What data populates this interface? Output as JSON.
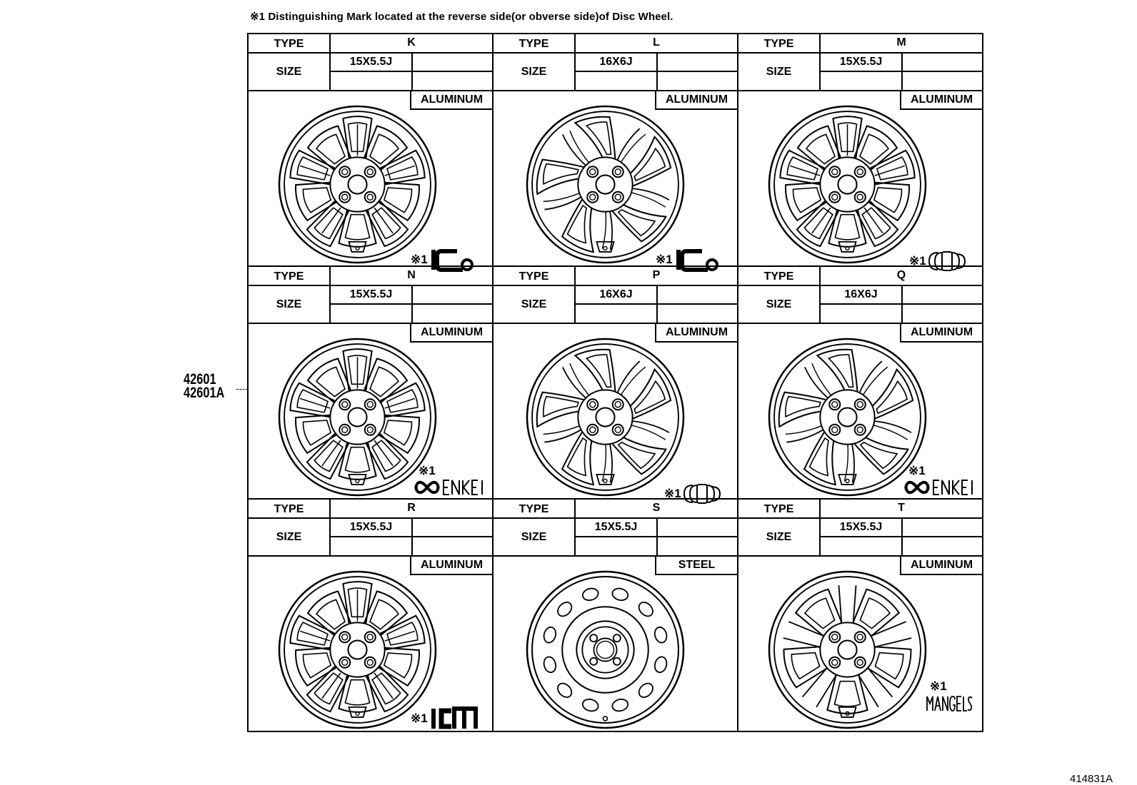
{
  "diagram": {
    "note": "※1 Distinguishing Mark located at the reverse side(or obverse side)of Disc Wheel.",
    "part_numbers": [
      "42601",
      "42601A"
    ],
    "doc_id": "414831A",
    "labels": {
      "type": "TYPE",
      "size": "SIZE",
      "ref": "※1"
    },
    "wheels": [
      {
        "type": "K",
        "size": "15X5.5J",
        "material": "ALUMINUM",
        "style": "twin-spoke-a",
        "mark": "KCO"
      },
      {
        "type": "L",
        "size": "16X6J",
        "material": "ALUMINUM",
        "style": "swirl",
        "mark": "KCO"
      },
      {
        "type": "M",
        "size": "15X5.5J",
        "material": "ALUMINUM",
        "style": "twin-spoke-a",
        "mark": "CMW"
      },
      {
        "type": "N",
        "size": "15X5.5J",
        "material": "ALUMINUM",
        "style": "twin-spoke-a",
        "mark": "ENKEI"
      },
      {
        "type": "P",
        "size": "16X6J",
        "material": "ALUMINUM",
        "style": "swirl",
        "mark": "CMW"
      },
      {
        "type": "Q",
        "size": "16X6J",
        "material": "ALUMINUM",
        "style": "swirl",
        "mark": "ENKEI"
      },
      {
        "type": "R",
        "size": "15X5.5J",
        "material": "ALUMINUM",
        "style": "twin-spoke-a",
        "mark": "ICM"
      },
      {
        "type": "S",
        "size": "15X5.5J",
        "material": "STEEL",
        "style": "steel",
        "mark": ""
      },
      {
        "type": "T",
        "size": "15X5.5J",
        "material": "ALUMINUM",
        "style": "twin-spoke-b",
        "mark": "MANGELS"
      }
    ]
  }
}
